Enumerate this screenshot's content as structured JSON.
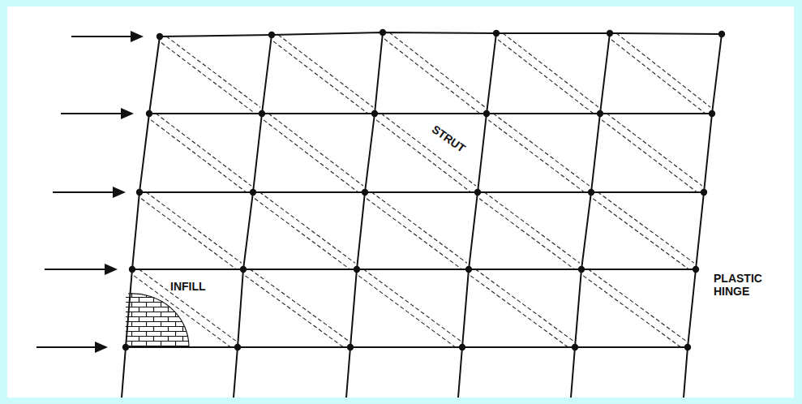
{
  "diagram": {
    "labels": [
      "STRUT",
      "INFILL",
      "PLASTIC HINGE"
    ]
  }
}
